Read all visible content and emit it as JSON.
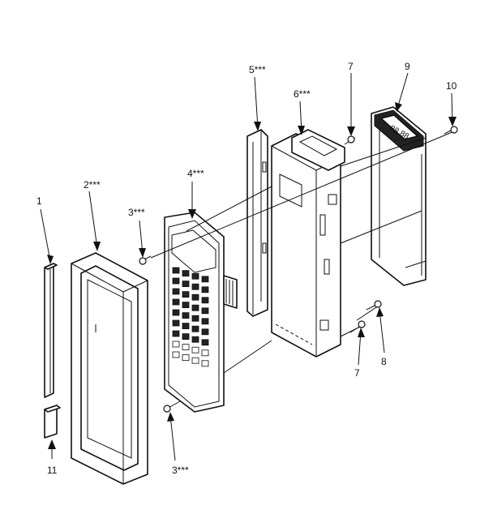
{
  "labels": {
    "part_1": "1",
    "part_2": "2***",
    "part_3_upper": "3***",
    "part_3_lower": "3***",
    "part_4": "4***",
    "part_5": "5***",
    "part_6": "6***",
    "part_7_upper": "7",
    "part_7_lower": "7",
    "part_8": "8",
    "part_9": "9",
    "part_10": "10",
    "part_11": "11"
  },
  "display_digits": "88.88"
}
